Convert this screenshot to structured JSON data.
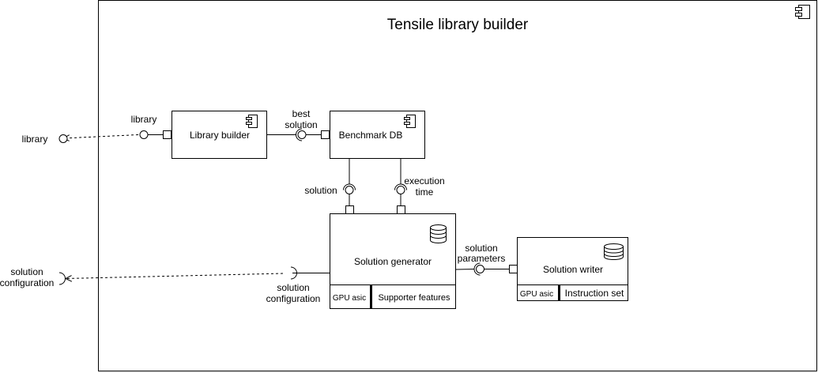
{
  "title": "Tensile library builder",
  "components": {
    "library_builder": "Library builder",
    "benchmark_db": "Benchmark DB",
    "solution_generator": {
      "label": "Solution generator",
      "compartments": [
        "GPU asic",
        "Supporter features"
      ]
    },
    "solution_writer": {
      "label": "Solution writer",
      "compartments": [
        "GPU asic",
        "Instruction set"
      ]
    }
  },
  "interfaces": {
    "library_internal": "library",
    "library_external": "library",
    "best_solution": [
      "best",
      "solution"
    ],
    "solution": "solution",
    "execution_time": [
      "execution",
      "time"
    ],
    "solution_parameters": [
      "solution",
      "parameters"
    ],
    "solution_configuration_internal": [
      "solution",
      "configuration"
    ],
    "solution_configuration_external": [
      "solution",
      "configuration"
    ]
  }
}
